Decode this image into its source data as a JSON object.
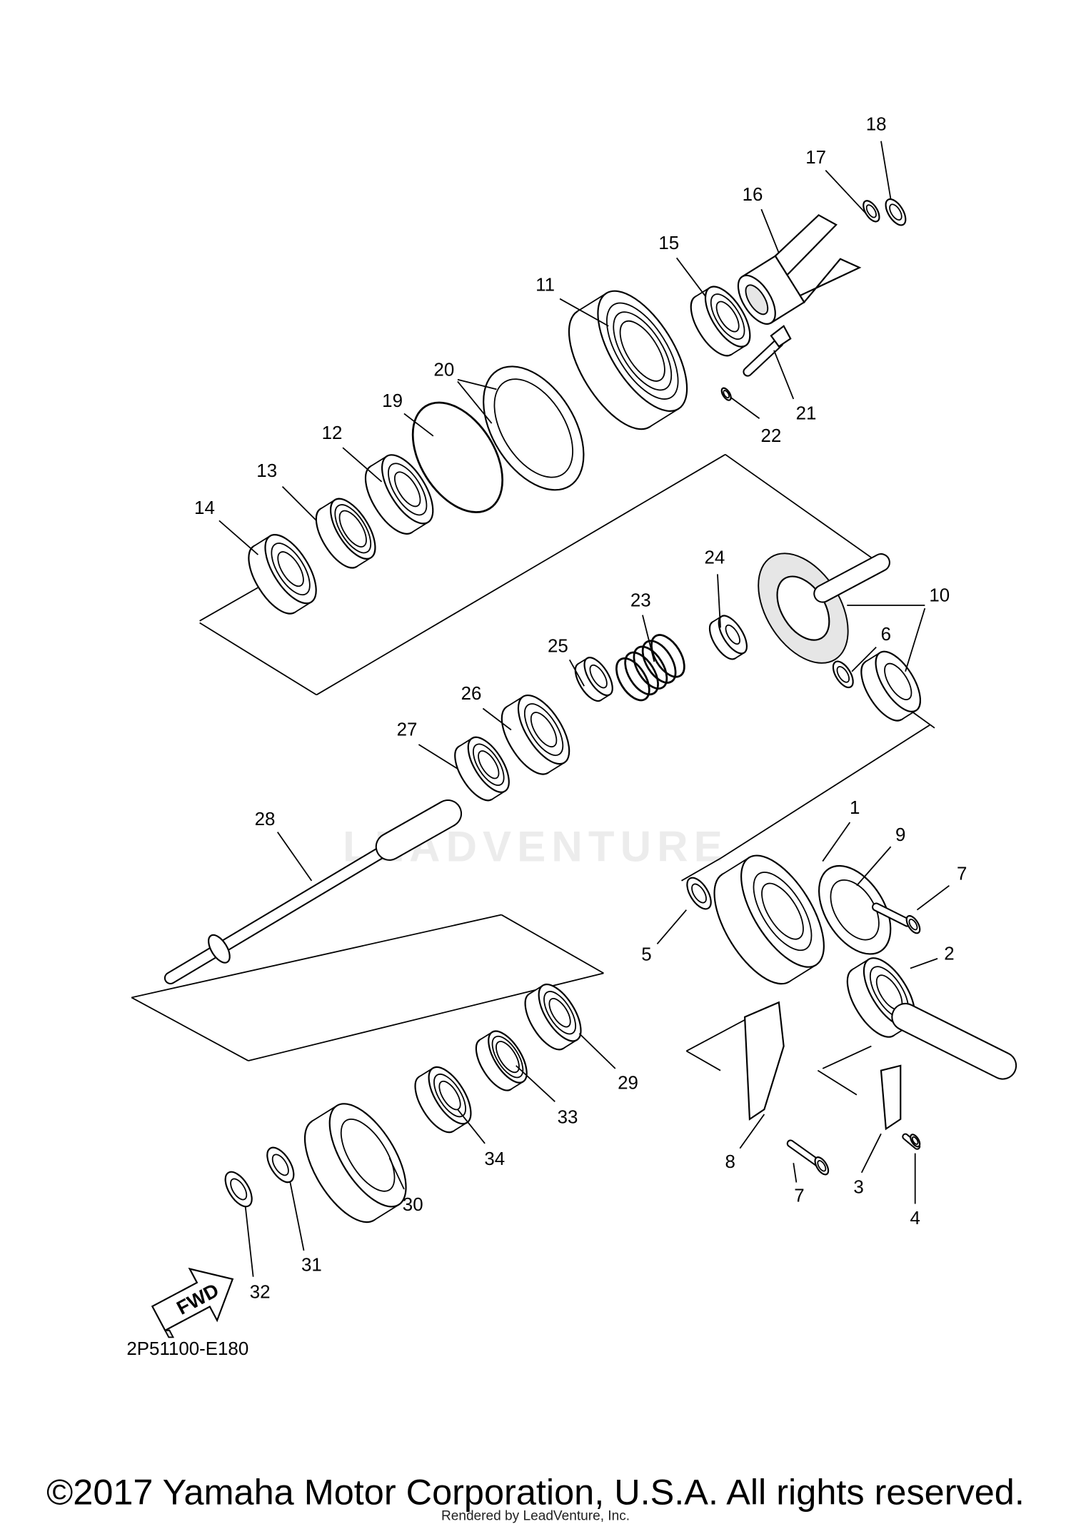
{
  "diagram": {
    "callouts": [
      "18",
      "17",
      "16",
      "15",
      "11",
      "20",
      "19",
      "12",
      "13",
      "14",
      "21",
      "22",
      "24",
      "23",
      "25",
      "26",
      "27",
      "10",
      "6",
      "28",
      "1",
      "9",
      "7",
      "5",
      "2",
      "29",
      "33",
      "34",
      "30",
      "31",
      "32",
      "8",
      "7",
      "3",
      "4"
    ],
    "fwd_label": "FWD",
    "diagram_code": "2P51100-E180",
    "watermark": "LEADVENTURE"
  },
  "footer": {
    "copyright": "©2017 Yamaha Motor Corporation, U.S.A. All rights reserved.",
    "rendered_by": "Rendered by LeadVenture, Inc."
  }
}
